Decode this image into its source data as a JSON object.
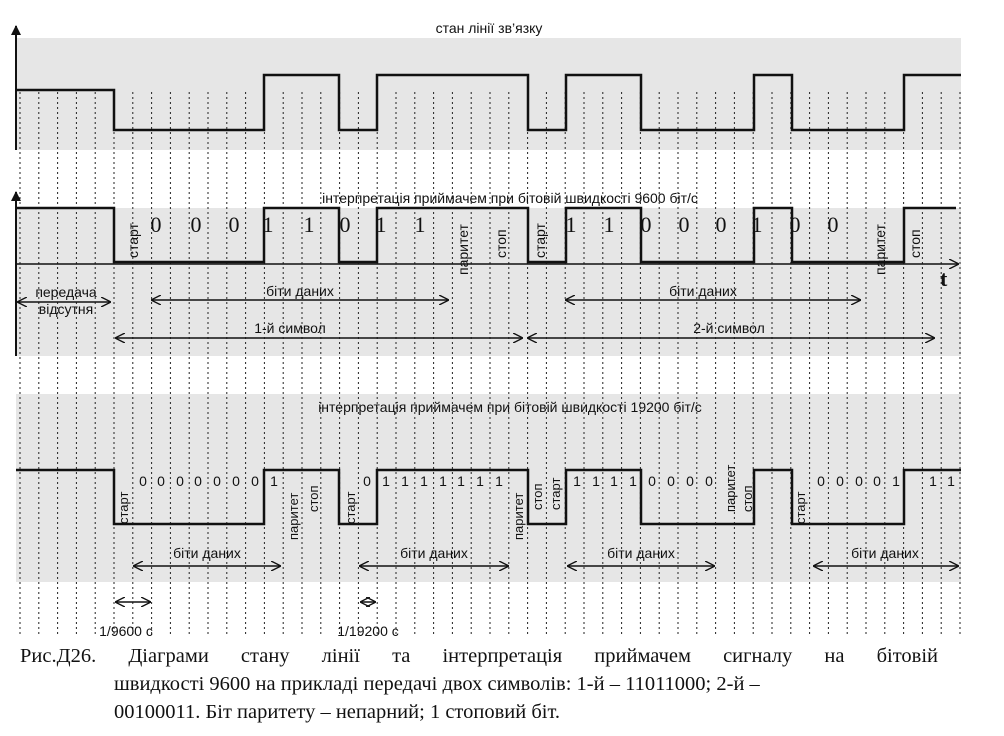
{
  "panel_top": {
    "title": "стан лінії зв’язку"
  },
  "panel_mid": {
    "title": "інтерпретація приймачем при бітовій швидкості 9600 біт/с",
    "axis_label": "t",
    "no_transmission": [
      "передача",
      "відсутня"
    ],
    "bit_values": [
      "0",
      "0",
      "0",
      "1",
      "1",
      "0",
      "1",
      "1",
      "1",
      "1",
      "0",
      "0",
      "0",
      "1",
      "0",
      "0"
    ],
    "vertical_labels": [
      "старт",
      "паритет",
      "стоп",
      "старт",
      "паритет",
      "стоп"
    ],
    "data_bits_label": "біти даних",
    "symbol1_label": "1-й символ",
    "symbol2_label": "2-й символ"
  },
  "panel_bot": {
    "title": "інтерпретація приймачем при бітовій швидкості 19200  біт/с",
    "bit_values": [
      "0",
      "0",
      "0",
      "0",
      "0",
      "0",
      "0",
      "1",
      "0",
      "1",
      "1",
      "1",
      "1",
      "1",
      "1",
      "1",
      "1",
      "1",
      "1",
      "1",
      "0",
      "0",
      "0",
      "0",
      "0",
      "0",
      "0",
      "0",
      "1",
      "1",
      "1"
    ],
    "vertical_labels": [
      "старт",
      "паритет",
      "стоп",
      "старт",
      "паритет",
      "стоп",
      "старт",
      "паритет",
      "стоп",
      "старт"
    ],
    "data_bits_label": "біти даних"
  },
  "period_labels": {
    "p9600": "1/9600 с",
    "p19200": "1/19200 с"
  },
  "caption": {
    "line1": "Рис.Д26. Діаграми стану лінії та інтерпретація приймачем сигналу на бітовій",
    "line2": "швидкості 9600 на прикладі передачі двох символів: 1-й – 11011000; 2-й –",
    "line3": "00100011. Біт паритету – непарний; 1 стоповий біт."
  }
}
